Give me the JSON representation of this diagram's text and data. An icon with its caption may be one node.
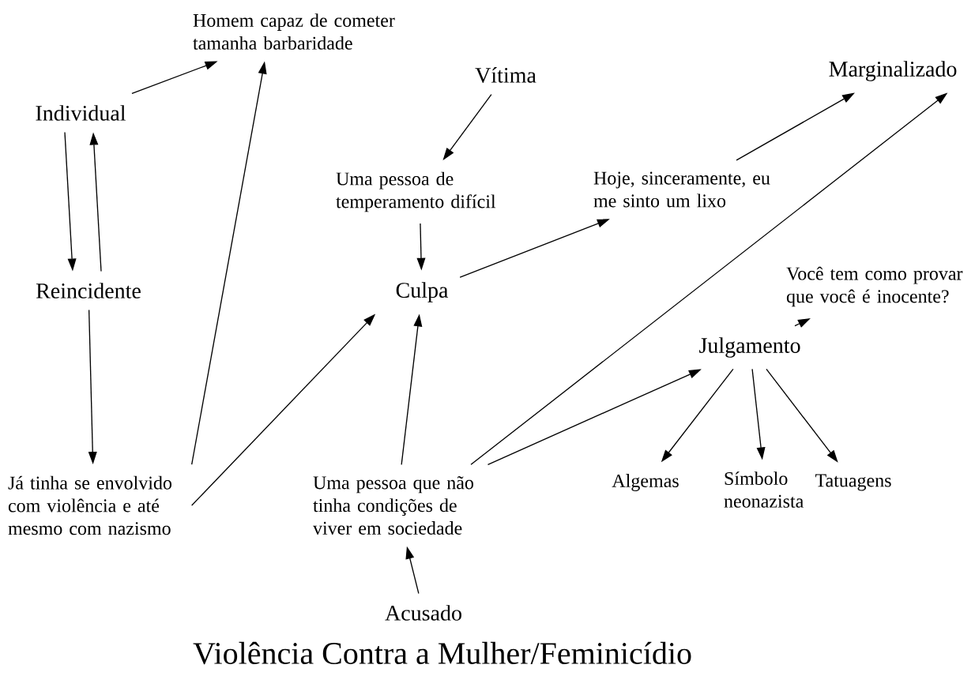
{
  "diagram": {
    "caption": "Violência Contra a Mulher/Feminicídio",
    "nodes": [
      {
        "text": [
          "Homem capaz de cometer tamanha barbaridade"
        ]
      },
      {
        "text": [
          "Vítima"
        ]
      },
      {
        "text": [
          "Individual"
        ]
      },
      {
        "text": [
          "Marginalizado"
        ]
      },
      {
        "text": [
          "Uma pessoa de temperamento difícil"
        ]
      },
      {
        "text": [
          "Hoje, sinceramente, eu me sinto um lixo"
        ]
      },
      {
        "text": [
          "Reincidente"
        ]
      },
      {
        "text": [
          "Culpa"
        ]
      },
      {
        "text": [
          "Você tem como provar que você é inocente?"
        ]
      },
      {
        "text": [
          "Julgamento"
        ]
      },
      {
        "text": [
          "Já tinha se envolvido com violência e até mesmo com nazismo"
        ]
      },
      {
        "text": [
          "Uma pessoa que não tinha condições de viver em sociedade"
        ]
      },
      {
        "text": [
          "Algemas"
        ]
      },
      {
        "text": [
          "Símbolo neonazista"
        ]
      },
      {
        "text": [
          "Tatuagens"
        ]
      },
      {
        "text": [
          "Acusado"
        ]
      }
    ],
    "edges": [
      {
        "from": 2,
        "to": 0,
        "arrow": "to"
      },
      {
        "from": 2,
        "to": 6,
        "arrow": "to"
      },
      {
        "from": 6,
        "to": 2,
        "arrow": "to"
      },
      {
        "from": 6,
        "to": 10,
        "arrow": "to"
      },
      {
        "from": 10,
        "to": 0,
        "arrow": "to"
      },
      {
        "from": 10,
        "to": 7,
        "arrow": "to"
      },
      {
        "from": 1,
        "to": 4,
        "arrow": "to"
      },
      {
        "from": 4,
        "to": 7,
        "arrow": "to"
      },
      {
        "from": 7,
        "to": 5,
        "arrow": "to"
      },
      {
        "from": 5,
        "to": 3,
        "arrow": "to"
      },
      {
        "from": 11,
        "to": 7,
        "arrow": "to"
      },
      {
        "from": 11,
        "to": 3,
        "arrow": "to"
      },
      {
        "from": 11,
        "to": 9,
        "arrow": "to"
      },
      {
        "from": 9,
        "to": 8,
        "arrow": "to"
      },
      {
        "from": 9,
        "to": 12,
        "arrow": "to"
      },
      {
        "from": 9,
        "to": 13,
        "arrow": "to"
      },
      {
        "from": 9,
        "to": 14,
        "arrow": "to"
      },
      {
        "from": 15,
        "to": 11,
        "arrow": "to"
      }
    ]
  }
}
